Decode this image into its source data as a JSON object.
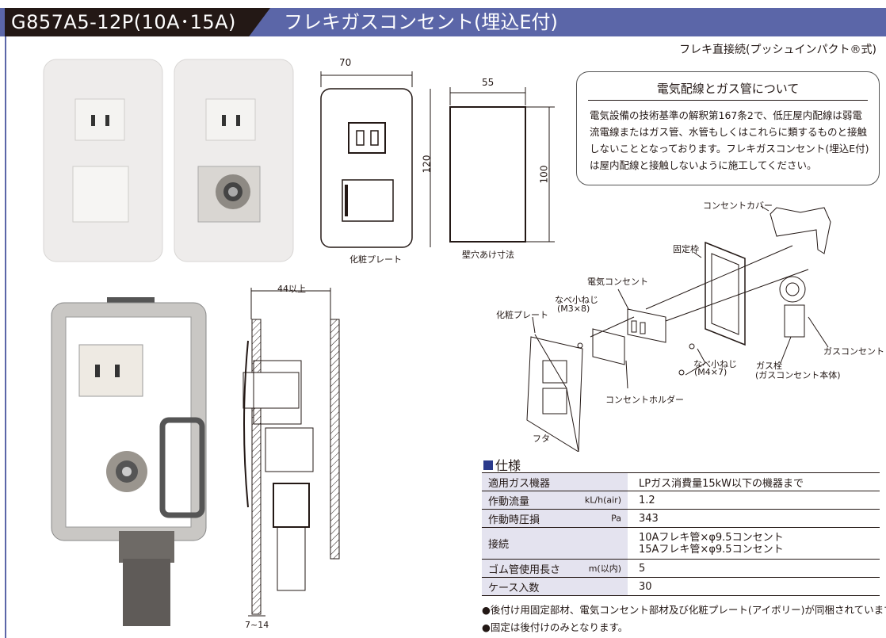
{
  "header": {
    "model": "G857A5-12P(10A･15A)",
    "title": "フレキガスコンセント(埋込E付)"
  },
  "subtitle": "フレキ直接続(プッシュインパクト®式)",
  "dimensions": {
    "plate_width": "70",
    "plate_height": "120",
    "plate_label": "化粧プレート",
    "hole_width": "55",
    "hole_height": "100",
    "hole_label": "壁穴あけ寸法",
    "depth": "44以上",
    "wall_thickness": "7~14"
  },
  "info": {
    "title": "電気配線とガス管について",
    "body": "電気設備の技術基準の解釈第167条2で、低圧屋内配線は弱電流電線またはガス管、水管もしくはこれらに類するものと接触しないこととなっております。フレキガスコンセント(埋込E付)は屋内配線と接触しないように施工してください。"
  },
  "parts": {
    "cover": "コンセントカバー",
    "frame": "固定枠",
    "outlet": "電気コンセント",
    "screw_small": "なべ小ねじ",
    "screw_small_size": "(M3×8)",
    "plate": "化粧プレート",
    "gas_outlet": "ガスコンセント",
    "screw_large": "なべ小ねじ",
    "screw_large_size": "(M4×7)",
    "gas_valve": "ガス栓",
    "gas_valve_sub": "(ガスコンセント本体)",
    "holder": "コンセントホルダー",
    "lid": "フタ"
  },
  "spec": {
    "title": "仕様",
    "rows": [
      {
        "label": "適用ガス機器",
        "unit": "",
        "value": "LPガス消費量15kW以下の機器まで"
      },
      {
        "label": "作動流量",
        "unit": "kL/h(air)",
        "value": "1.2"
      },
      {
        "label": "作動時圧損",
        "unit": "Pa",
        "value": "343"
      },
      {
        "label": "接続",
        "unit": "",
        "value": "10Aフレキ管×φ9.5コンセント",
        "value2": "15Aフレキ管×φ9.5コンセント"
      },
      {
        "label": "ゴム管使用長さ",
        "unit": "m(以内)",
        "value": "5"
      },
      {
        "label": "ケース入数",
        "unit": "",
        "value": "30"
      }
    ]
  },
  "notes": [
    "●後付け用固定部材、電気コンセント部材及び化粧プレート(アイボリー)が同梱されています。",
    "●固定は後付けのみとなります。"
  ],
  "colors": {
    "header_blue": "#5b66a8",
    "header_black": "#231815",
    "table_key_bg": "#e4e3ef"
  }
}
